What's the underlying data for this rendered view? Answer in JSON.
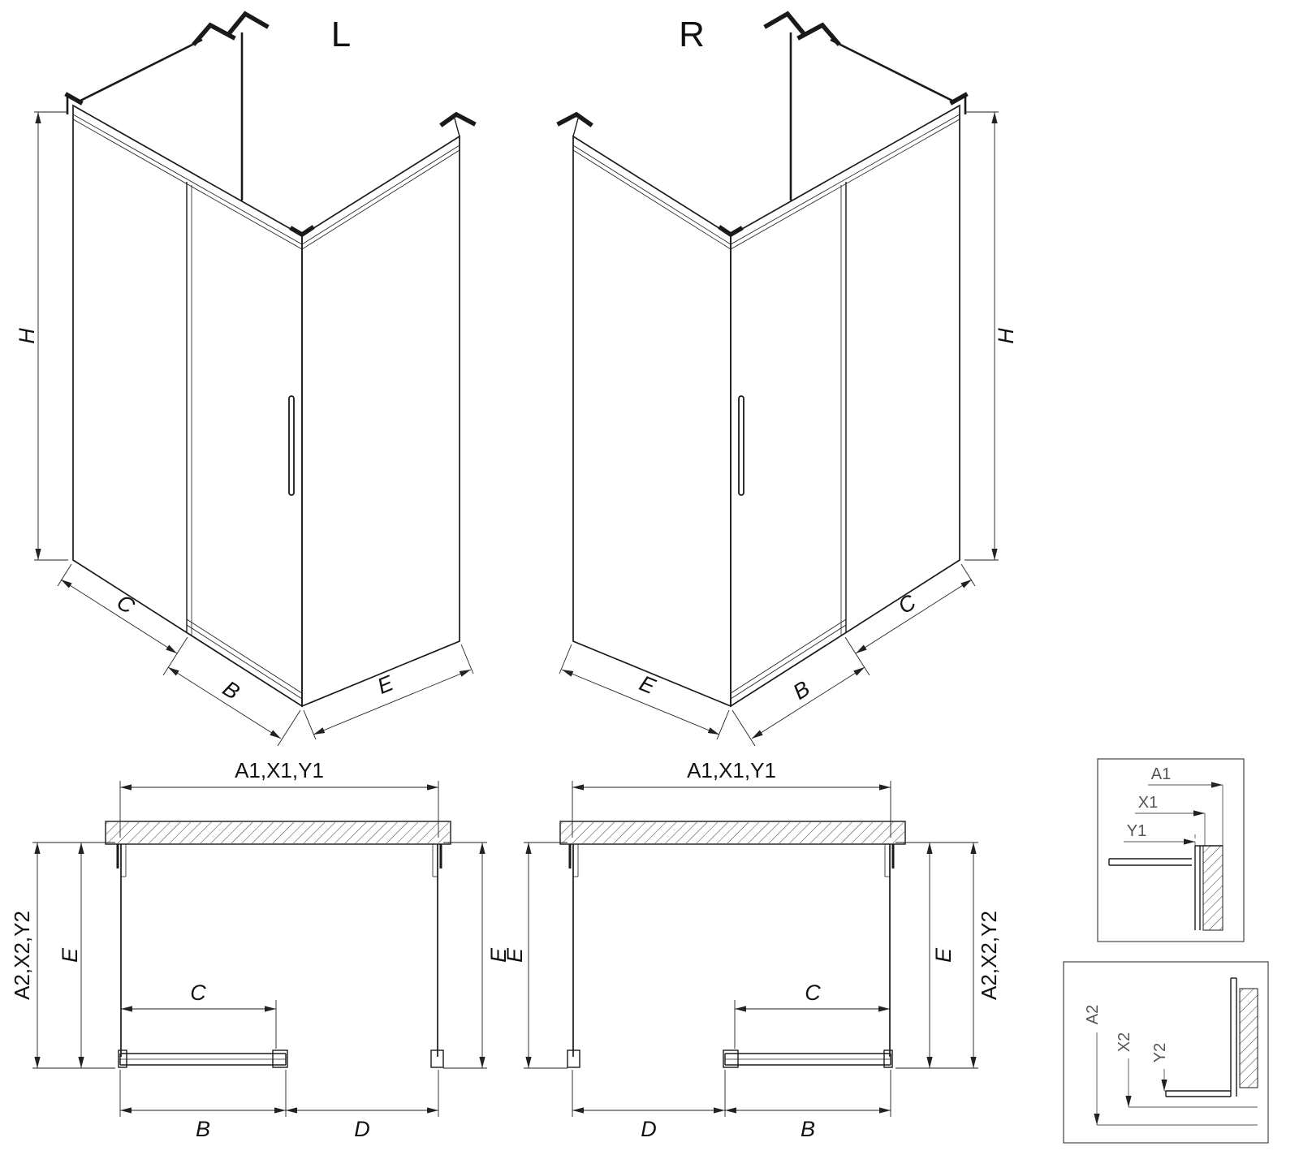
{
  "page": {
    "background": "#ffffff",
    "line_color": "#1a1a1a"
  },
  "views": {
    "iso_left": {
      "title": "L"
    },
    "iso_right": {
      "title": "R"
    }
  },
  "dims": {
    "h": "H",
    "b": "B",
    "c": "C",
    "d": "D",
    "e": "E",
    "a1x1y1": "A1,X1,Y1",
    "a2x2y2": "A2,X2,Y2",
    "a1": "A1",
    "x1": "X1",
    "y1": "Y1",
    "a2": "A2",
    "x2": "X2",
    "y2": "Y2"
  }
}
